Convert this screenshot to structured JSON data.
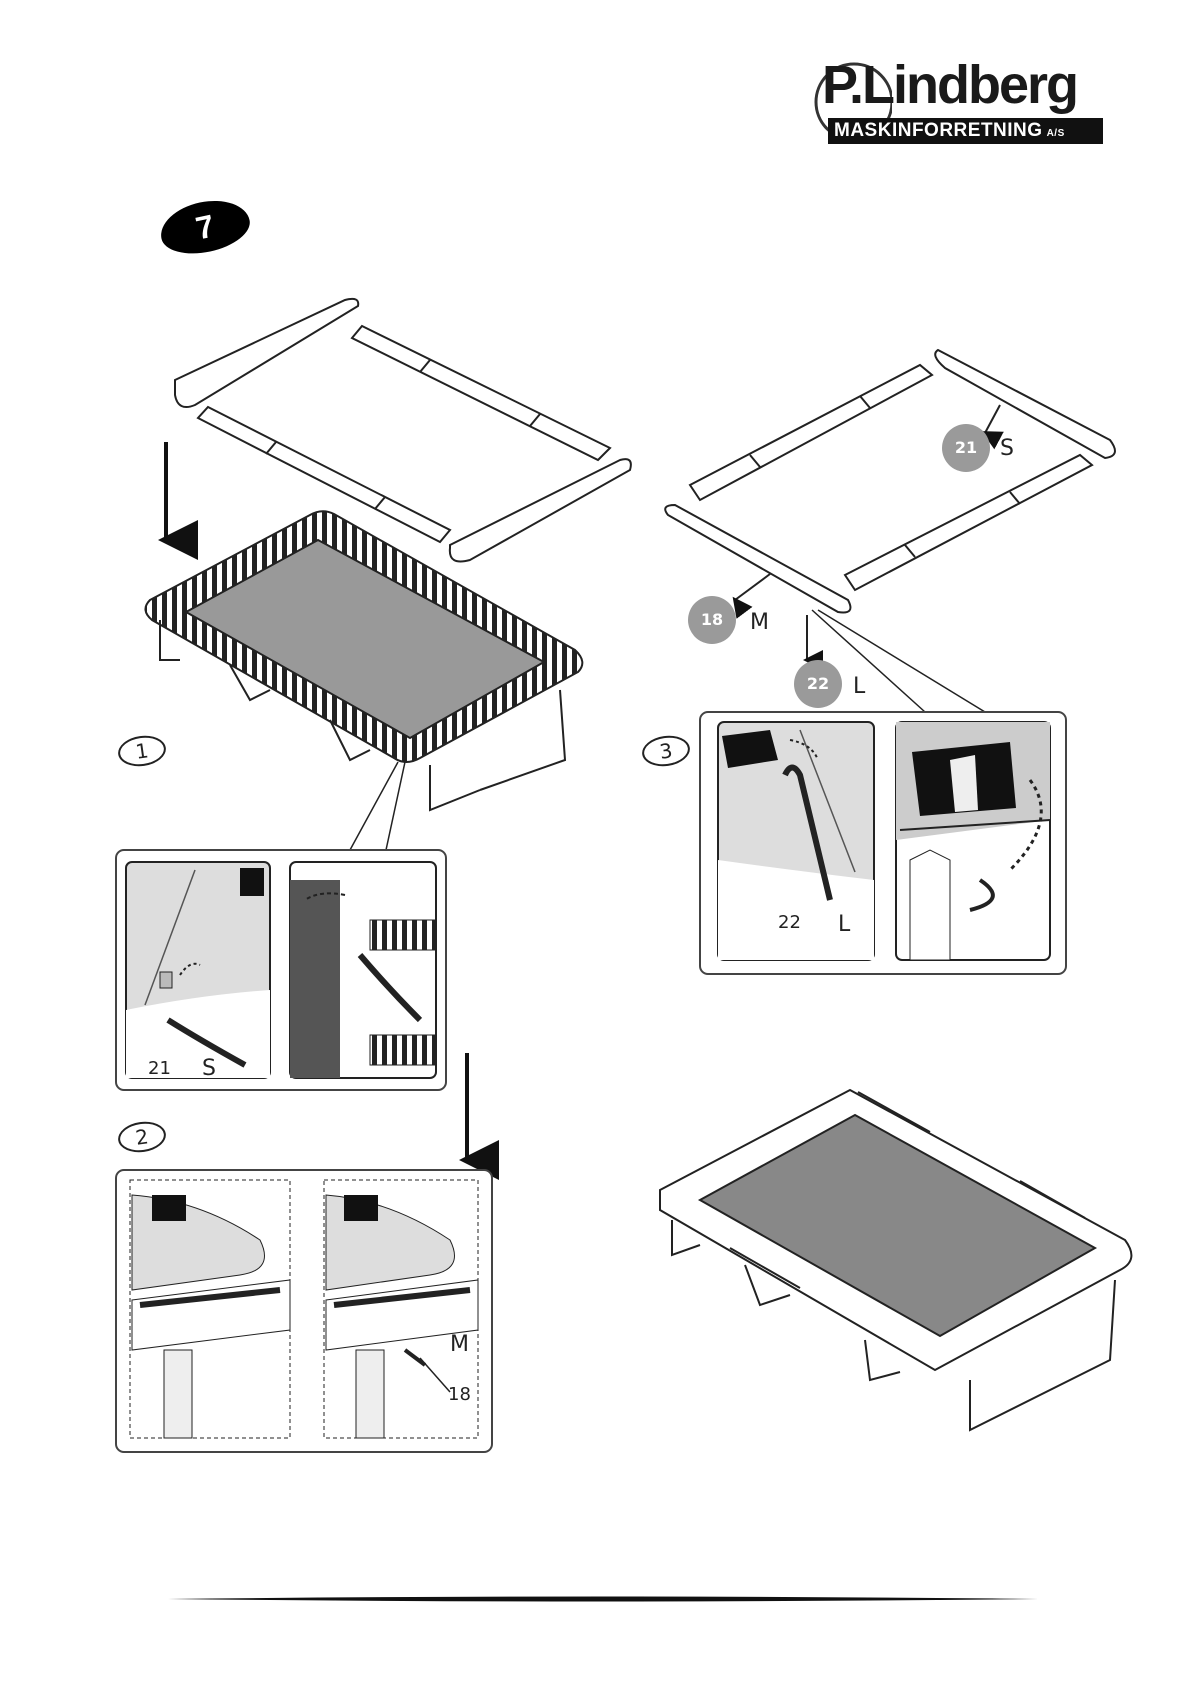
{
  "logo": {
    "name": "P.Lindberg",
    "subtitle": "MASKINFORRETNING",
    "suffix": "A/S"
  },
  "step_number": "7",
  "sub_steps": [
    "1",
    "2",
    "3"
  ],
  "parts": [
    {
      "id": "21",
      "size": "S"
    },
    {
      "id": "18",
      "size": "M"
    },
    {
      "id": "22",
      "size": "L"
    }
  ],
  "detail_labels": {
    "panel1": {
      "part": "21",
      "size": "S"
    },
    "panel2": {
      "size": "M",
      "part": "18"
    },
    "panel3": {
      "part": "22",
      "size": "L"
    }
  }
}
